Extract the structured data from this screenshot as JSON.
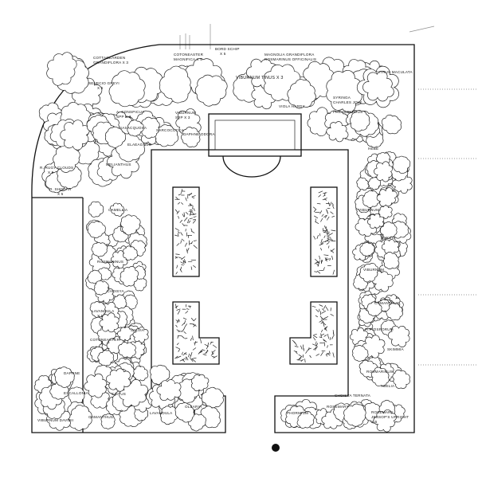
{
  "labels": {
    "l01": "COTTAGEARDEN",
    "l02": "GRANDIFLORA X 3",
    "l03": "COTONEASTER",
    "l04": "MAGNIFICA X 5",
    "l05": "BORD SCHIP",
    "l06": "X 5",
    "l07": "MAGNOLIA GRANDIFLORA",
    "l08": "ROSMARINUS OFFICINALIS",
    "l09": "VIBURNUM TINUS X 3",
    "l10": "CITRUS MACULATA",
    "l11": "SENECIO GREYI",
    "l12": "X 5",
    "l13": "A. CONSPICUA",
    "l14": "SPP X 3",
    "l15": "VIBURNUM",
    "l16": "SPP X 3",
    "l17": "VIOLA HARDY",
    "l18": "SYRINGA",
    "l19": "CHARLES JOLY",
    "l20": "PHILADELPHUS",
    "l21": "SASACQUOSA",
    "l22": "SARCOCOCCA",
    "l23": "DAPHNE ODORA",
    "l24": "ELAEAGNUS",
    "l25": "R. RUGY CLOUDS",
    "l26": "X 5",
    "l27": "R. SHOGAR",
    "l28": "X 5",
    "l29": "MELIANTHUS",
    "l30": "CAMELLIA",
    "l31": "ROSMARINUS",
    "l32": "CHOISYA",
    "l33": "LAVANDULA",
    "l34": "X 5",
    "l35": "SALVIA",
    "l36": "COTONEASTER",
    "l37": "HEBE",
    "l38": "VIBURNUM",
    "l39": "BUXUS",
    "l40": "VIBURNUM",
    "l41": "OSMANTHUS",
    "l42": "PITTOSPORUM",
    "l43": "SKIMMIA",
    "l44": "ROSMARINUS",
    "l45": "ABELIA",
    "l46": "DAPHNE",
    "l47": "ESCALLONIA",
    "l48": "VIBURNUM DAVIDII",
    "l49": "OSMANTHUS",
    "l50": "CISTUS",
    "l51": "LAVANDULA",
    "l52": "OLEARIA",
    "l53": "PHORMIUM",
    "l54": "ROSEMARY",
    "l55": "CHOISYA TERNATA",
    "l56": "ROSEMARY",
    "l57": "JESSOP'S UPRIGHT",
    "l58": "X 5"
  }
}
